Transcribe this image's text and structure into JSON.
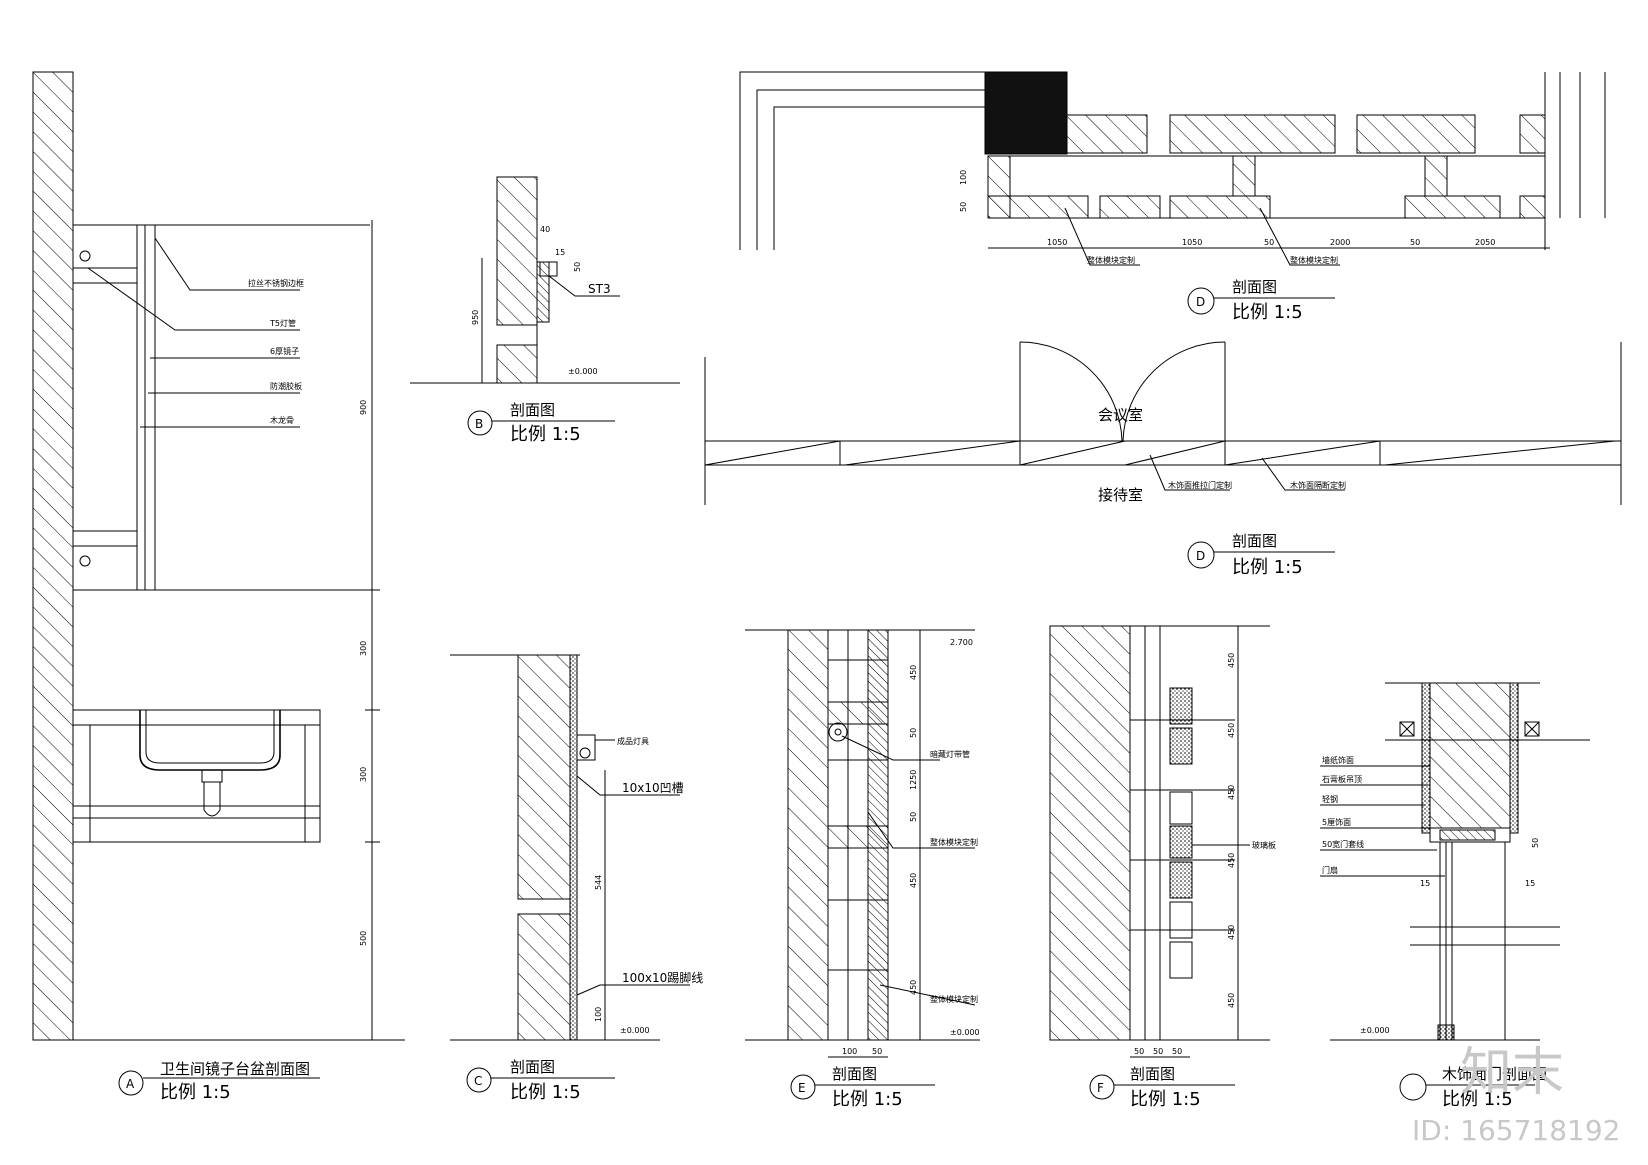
{
  "drawing": {
    "sheet_title": "",
    "sections": {
      "A": {
        "letter": "A",
        "title": "卫生间镜子台盆剖面图",
        "scale": "比例  1:5",
        "labels": [
          "拉丝不锈钢边框",
          "T5灯管",
          "6厚镜子",
          "防潮胶板",
          "木龙骨"
        ],
        "dims": [
          "900",
          "300",
          "300",
          "500"
        ]
      },
      "B": {
        "letter": "B",
        "title": "剖面图",
        "scale": "比例  1:5",
        "labels": [
          "ST3",
          "±0.000"
        ],
        "dims": [
          "40",
          "50",
          "15",
          "950"
        ]
      },
      "C": {
        "letter": "C",
        "title": "剖面图",
        "scale": "比例  1:5",
        "labels": [
          "成品灯具",
          "10x10凹槽",
          "100x10踢脚线",
          "±0.000"
        ],
        "dims": [
          "544",
          "100"
        ]
      },
      "D1": {
        "letter": "D",
        "title": "剖面图",
        "scale": "比例  1:5",
        "labels": [
          "整体模块定制",
          "整体模块定制"
        ],
        "dims": [
          "1050",
          "1050",
          "50",
          "2000",
          "50",
          "2050",
          "100",
          "50"
        ]
      },
      "D2": {
        "letter": "D",
        "title": "剖面图",
        "scale": "比例  1:5",
        "labels": [
          "会议室",
          "接待室",
          "木饰面推拉门定制",
          "木饰面隔断定制"
        ]
      },
      "E": {
        "letter": "E",
        "title": "剖面图",
        "scale": "比例  1:5",
        "labels": [
          "2.700",
          "暗藏灯带管",
          "整体模块定制",
          "整体模块定制",
          "±0.000"
        ],
        "dims": [
          "450",
          "50",
          "1250",
          "50",
          "450",
          "450",
          "100",
          "50"
        ]
      },
      "F": {
        "letter": "F",
        "title": "剖面图",
        "scale": "比例  1:5",
        "labels": [
          "玻璃板"
        ],
        "dims": [
          "450",
          "450",
          "450",
          "450",
          "450",
          "450",
          "50",
          "50",
          "50"
        ]
      },
      "G": {
        "letter": "",
        "title": "木饰面门剖面图",
        "scale": "比例  1:5",
        "labels": [
          "墙纸饰面",
          "石膏板吊顶",
          "轻钢",
          "5厘饰面",
          "50宽门套线",
          "门扇",
          "±0.000"
        ],
        "dims": [
          "50",
          "15",
          "15"
        ]
      }
    }
  },
  "watermark": {
    "brand": "知末",
    "id_text": "ID: 165718192"
  },
  "colors": {
    "ink": "#000000",
    "watermark": "#c8c8c8",
    "background": "#ffffff"
  }
}
